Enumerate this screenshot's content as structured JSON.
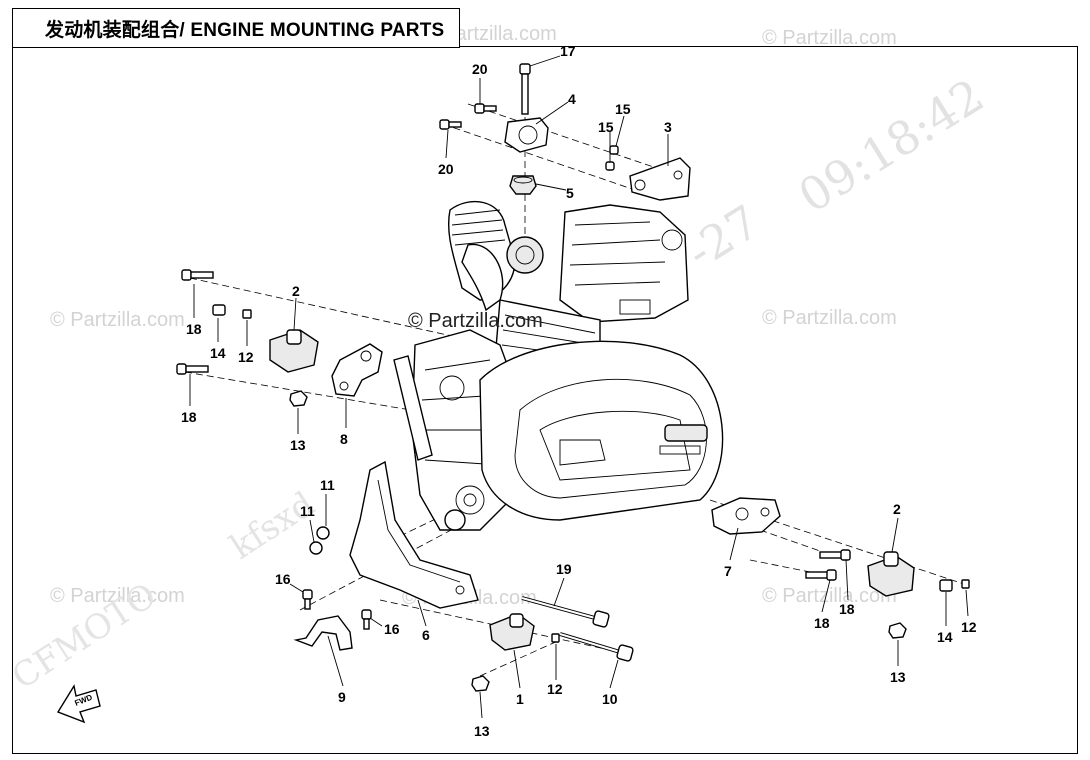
{
  "header": {
    "title": "发动机装配组合/ ENGINE MOUNTING PARTS"
  },
  "watermarks": {
    "partzilla": "© Partzilla.com",
    "partzilla_dark": "© Partzilla.com",
    "timestamp": "09:18:42",
    "date_fragment": "-27",
    "brand": "CFMOTO",
    "user": "kfsxd"
  },
  "fwd_label": "FWD",
  "callouts": {
    "c17": "17",
    "c20a": "20",
    "c4": "4",
    "c15a": "15",
    "c15b": "15",
    "c3": "3",
    "c20b": "20",
    "c5": "5",
    "c2a": "2",
    "c18a": "18",
    "c14a": "14",
    "c12a": "12",
    "c18b": "18",
    "c13a": "13",
    "c8": "8",
    "c11a": "11",
    "c11b": "11",
    "c16a": "16",
    "c16b": "16",
    "c6": "6",
    "c9": "9",
    "c19": "19",
    "c1": "1",
    "c12b": "12",
    "c10": "10",
    "c13b": "13",
    "c7": "7",
    "c18c": "18",
    "c18d": "18",
    "c2b": "2",
    "c14b": "14",
    "c12c": "12",
    "c13c": "13"
  }
}
